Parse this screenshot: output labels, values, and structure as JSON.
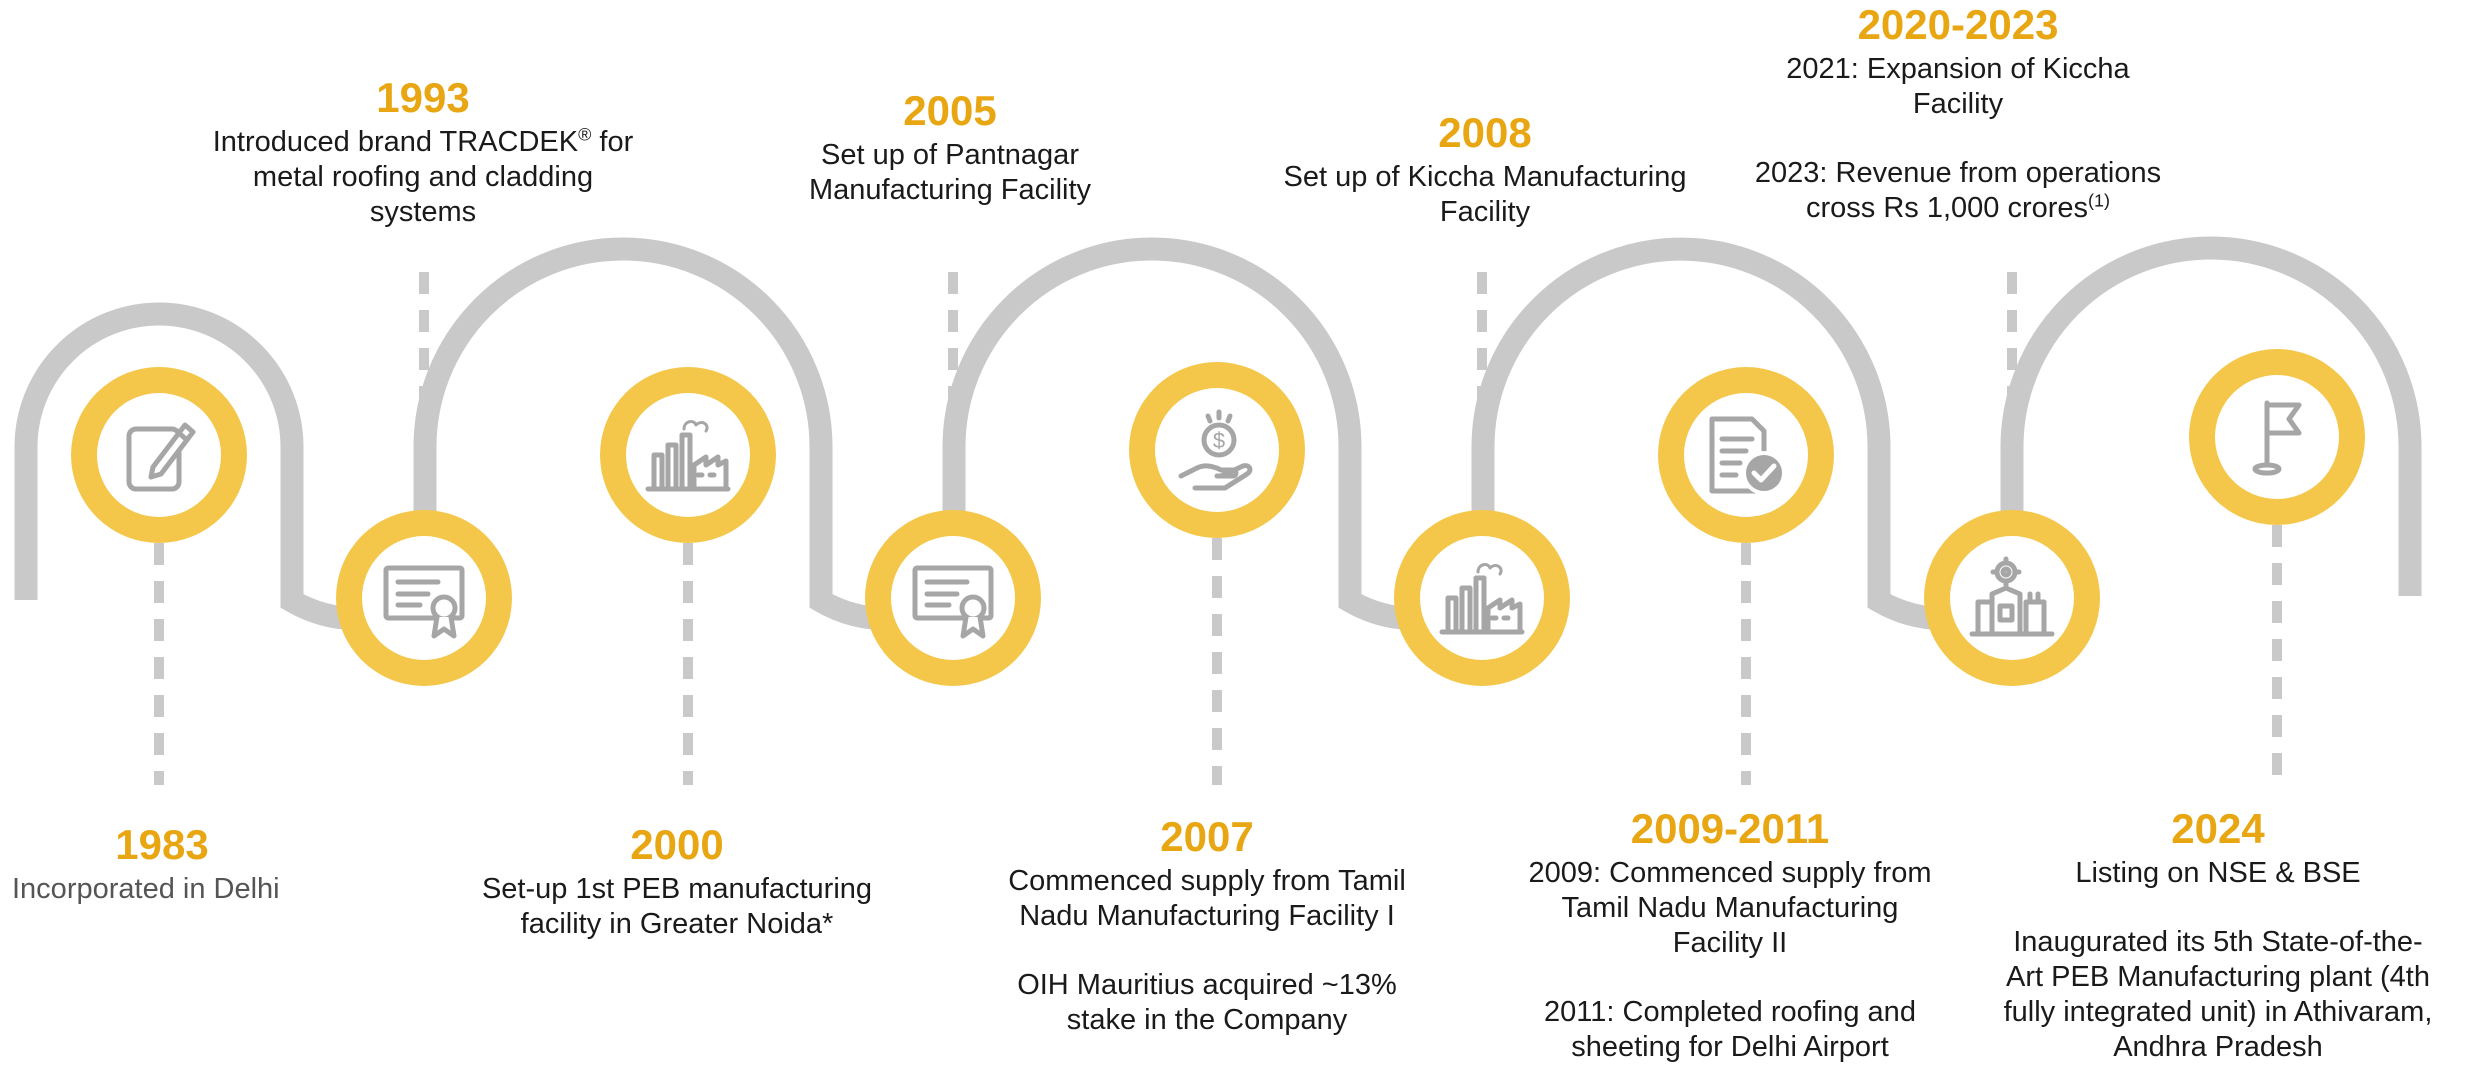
{
  "colors": {
    "road": "#c9c9c9",
    "milestone_ring": "#f4c74a",
    "year": "#e8a612",
    "icon": "#a6a6a6",
    "text": "#1a1a1a"
  },
  "milestones": [
    {
      "id": "1983",
      "year": "1983",
      "icon": "document-edit-icon",
      "lines": [
        "Incorporated in Delhi"
      ]
    },
    {
      "id": "1993",
      "year": "1993",
      "icon": "certificate-icon",
      "lines_before_sup": "Introduced brand TRACDEK",
      "sup": "®",
      "lines_after_sup": " for",
      "lines": [
        "metal roofing and cladding",
        "systems"
      ]
    },
    {
      "id": "2000",
      "year": "2000",
      "icon": "factory-icon",
      "lines": [
        "Set-up 1st PEB manufacturing",
        "facility in Greater Noida*"
      ]
    },
    {
      "id": "2005",
      "year": "2005",
      "icon": "certificate-icon",
      "lines": [
        "Set up of Pantnagar",
        "Manufacturing Facility"
      ]
    },
    {
      "id": "2007",
      "year": "2007",
      "icon": "money-hand-icon",
      "lines": [
        "Commenced supply from Tamil",
        "Nadu Manufacturing Facility I"
      ],
      "lines2": [
        "OIH Mauritius acquired ~13%",
        "stake in the Company"
      ]
    },
    {
      "id": "2008",
      "year": "2008",
      "icon": "factory-icon",
      "lines": [
        "Set up of Kiccha Manufacturing",
        "Facility"
      ]
    },
    {
      "id": "2009-2011",
      "year": "2009-2011",
      "icon": "document-check-icon",
      "lines": [
        "2009: Commenced supply from",
        "Tamil Nadu Manufacturing",
        "Facility II"
      ],
      "lines2": [
        "2011: Completed roofing and",
        "sheeting for Delhi Airport"
      ]
    },
    {
      "id": "2020-2023",
      "year": "2020-2023",
      "icon": "factory-gear-icon",
      "lines": [
        "2021: Expansion of Kiccha",
        "Facility"
      ],
      "lines2": [
        "2023: Revenue from operations"
      ],
      "last_before_sup": "cross Rs 1,000 crores",
      "last_sup": "(1)"
    },
    {
      "id": "2024",
      "year": "2024",
      "icon": "flag-icon",
      "lines": [
        "Listing on NSE & BSE"
      ],
      "lines2": [
        "Inaugurated its 5th State-of-the-",
        "Art PEB Manufacturing plant (4th",
        "fully integrated unit) in Athivaram,",
        "Andhra Pradesh"
      ]
    }
  ]
}
